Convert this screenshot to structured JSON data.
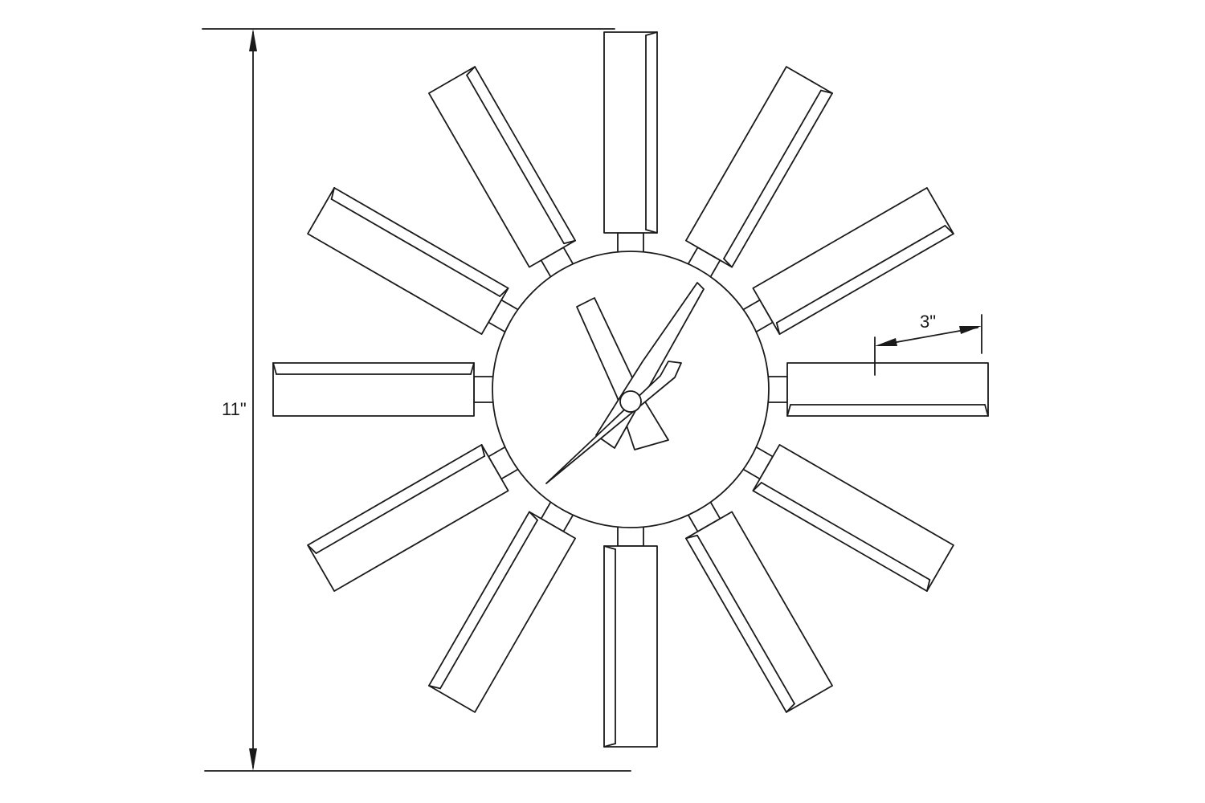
{
  "dimensions": {
    "height_label": "11\"",
    "spoke_length_label": "3\""
  },
  "spoke_count": 12,
  "colors": {
    "line": "#1a1a1a",
    "background": "#ffffff"
  }
}
